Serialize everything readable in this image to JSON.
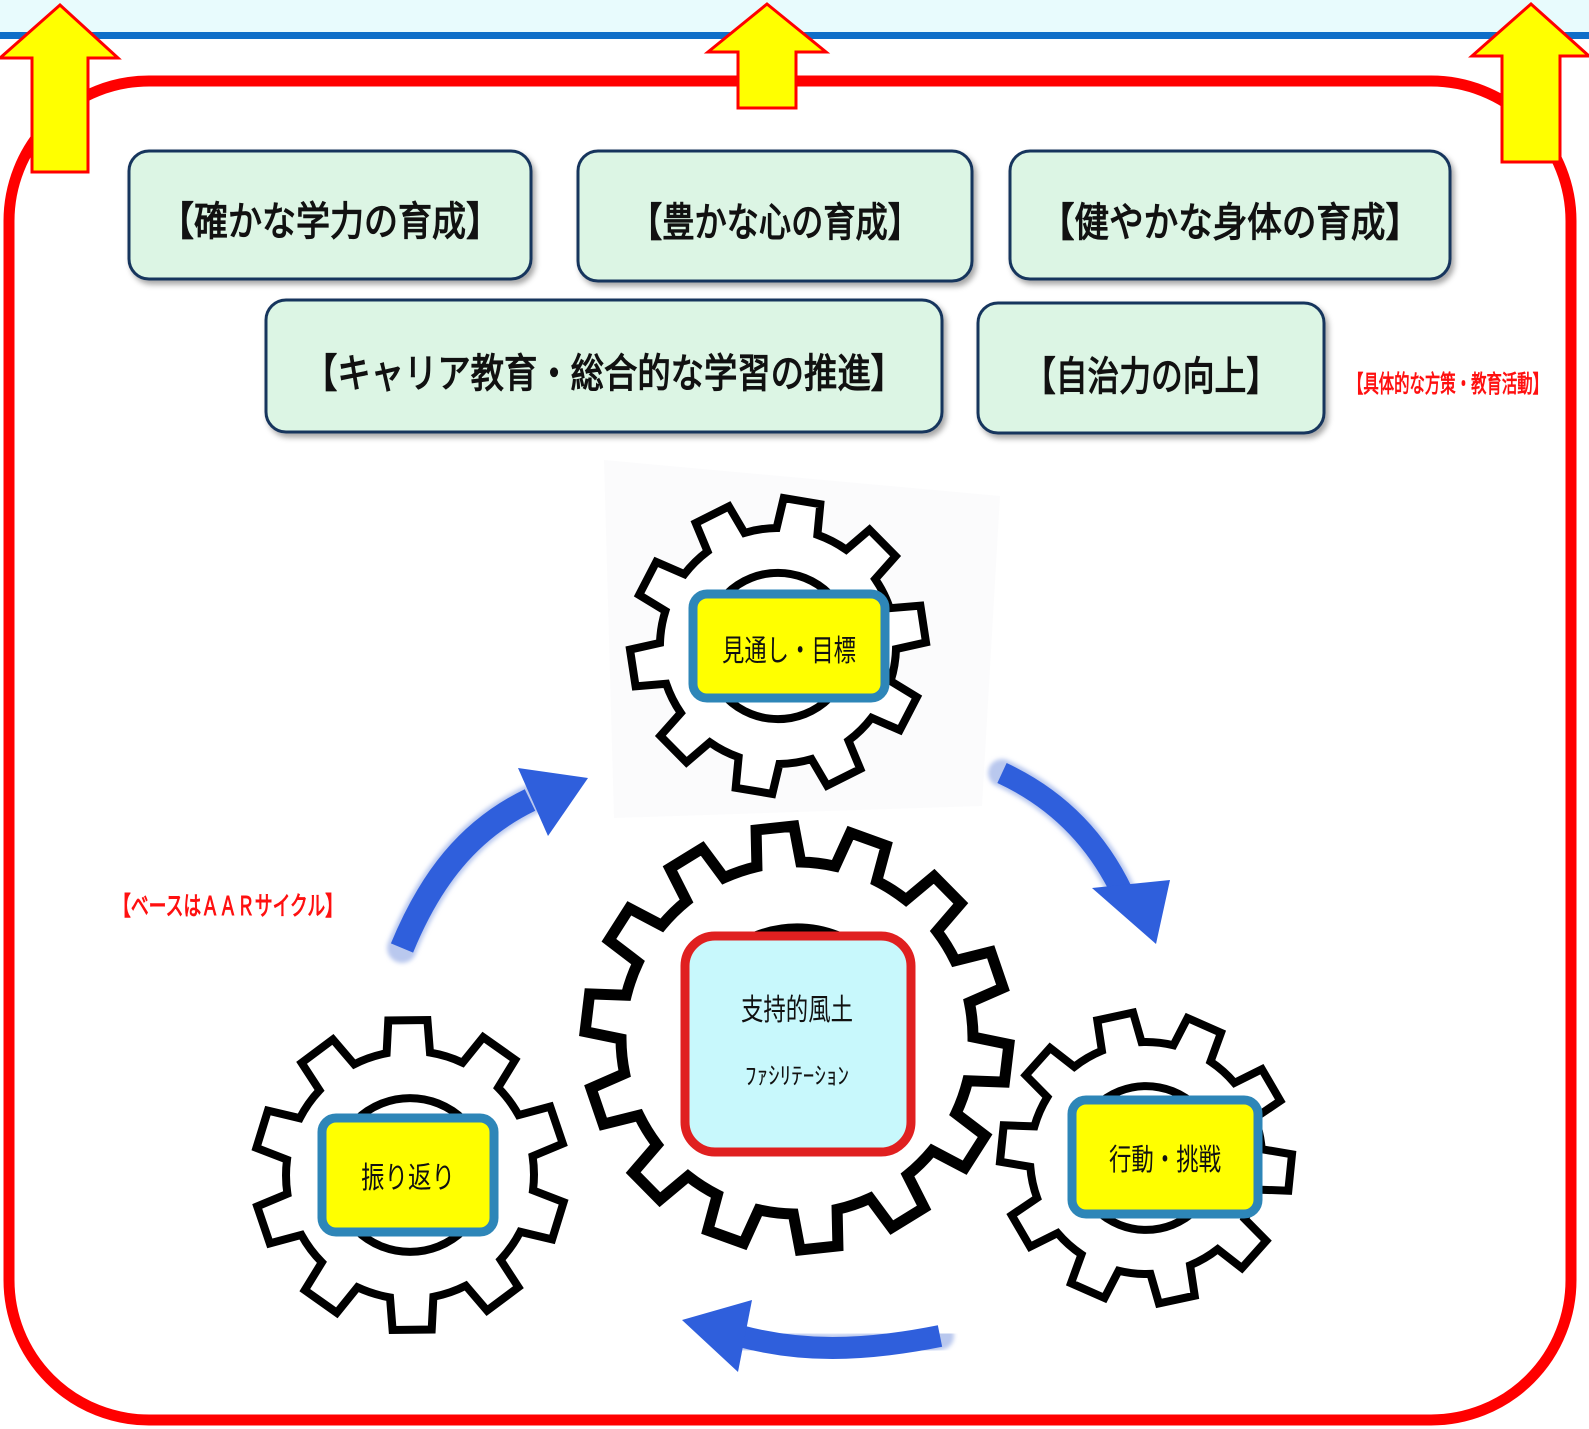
{
  "colors": {
    "frame_red": "#ff0000",
    "banner_blue": "#0f6ec8",
    "banner_fill": "#e8fbfd",
    "goal_fill": "#dcf5e4",
    "goal_border": "#17365d",
    "arrow_yellow": "#ffff00",
    "label_yellow": "#ffff00",
    "label_border": "#2e86b8",
    "center_fill": "#c8f8fc",
    "cycle_arrow_blue": "#2f5fdc",
    "gear_stroke": "#000000"
  },
  "goals": [
    {
      "label": "【確かな学力の育成】"
    },
    {
      "label": "【豊かな心の育成】"
    },
    {
      "label": "【健やかな身体の育成】"
    },
    {
      "label": "【キャリア教育・総合的な学習の推進】"
    },
    {
      "label": "【自治力の向上】"
    }
  ],
  "notes": {
    "measures": "【具体的な方策・教育活動】",
    "cycle_base": "【ベースはＡＡＲサイクル】"
  },
  "cycle": {
    "top": "見通し・目標",
    "right": "行動・挑戦",
    "left": "振り返り",
    "center_line1": "支持的風土",
    "center_line2": "ﾌｧｼﾘﾃｰｼｮﾝ"
  },
  "icons": {
    "up_arrow": "up-arrow-icon",
    "cycle_arrow": "curved-arrow-icon",
    "gear": "gear-icon"
  }
}
